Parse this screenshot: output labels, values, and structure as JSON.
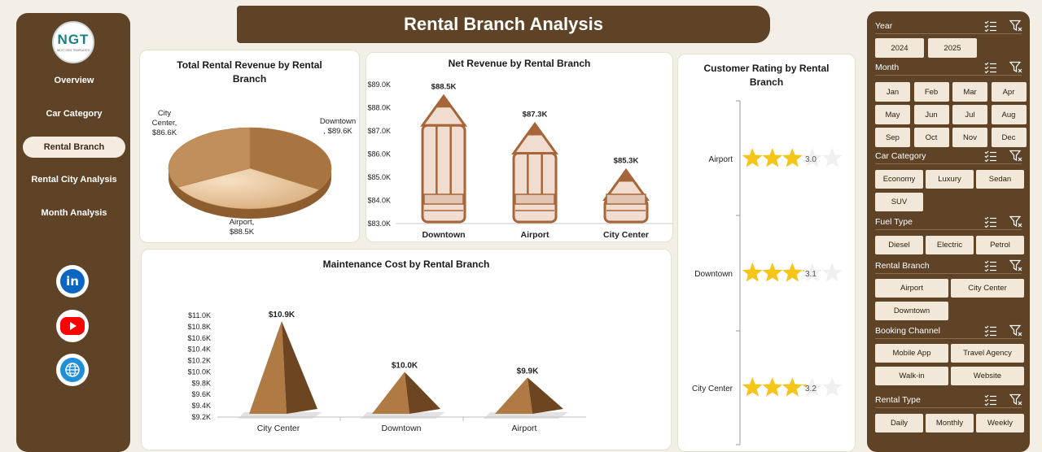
{
  "logo": {
    "text": "NGT",
    "sub": "NEXT GEN TEMPLATES"
  },
  "nav": [
    {
      "label": "Overview",
      "active": false
    },
    {
      "label": "Car Category",
      "active": false
    },
    {
      "label": "Rental Branch",
      "active": true
    },
    {
      "label": "Rental City Analysis",
      "active": false
    },
    {
      "label": "Month Analysis",
      "active": false
    }
  ],
  "social": [
    {
      "icon": "linkedin-icon",
      "label": "in",
      "color": "#0a66c2"
    },
    {
      "icon": "youtube-icon",
      "color": "#ff0000"
    },
    {
      "icon": "globe-icon",
      "color": "#1f8fd8"
    }
  ],
  "title": "Rental Branch Analysis",
  "colors": {
    "brown": "#5e4327",
    "bar": "#a6663a",
    "barFill": "#f0ddd0",
    "star": "#f5c518",
    "pieTop1": "#a87540",
    "pieTop2": "#e8c9a4"
  },
  "chart_data": [
    {
      "type": "pie",
      "title": "Total Rental Revenue by Rental Branch",
      "categories": [
        "Downtown",
        "Airport",
        "City Center"
      ],
      "values": [
        89.6,
        88.5,
        86.6
      ],
      "labels": [
        "Downtown\n, $89.6K",
        "Airport,\n$88.5K",
        "City\nCenter,\n$86.6K"
      ]
    },
    {
      "type": "bar",
      "title": "Net Revenue by Rental Branch",
      "categories": [
        "Downtown",
        "Airport",
        "City Center"
      ],
      "values": [
        88.5,
        87.3,
        85.3
      ],
      "data_labels": [
        "$88.5K",
        "$87.3K",
        "$85.3K"
      ],
      "yticks": [
        "$83.0K",
        "$84.0K",
        "$85.0K",
        "$86.0K",
        "$87.0K",
        "$88.0K",
        "$89.0K"
      ],
      "ylim": [
        83,
        89
      ]
    },
    {
      "type": "bar",
      "title": "Maintenance Cost by Rental Branch",
      "categories": [
        "City Center",
        "Downtown",
        "Airport"
      ],
      "values": [
        10.9,
        10.0,
        9.9
      ],
      "data_labels": [
        "$10.9K",
        "$10.0K",
        "$9.9K"
      ],
      "yticks": [
        "$9.2K",
        "$9.4K",
        "$9.6K",
        "$9.8K",
        "$10.0K",
        "$10.2K",
        "$10.4K",
        "$10.6K",
        "$10.8K",
        "$11.0K"
      ],
      "ylim": [
        9.2,
        11.0
      ]
    },
    {
      "type": "bar",
      "title": "Customer Rating by Rental Branch",
      "categories": [
        "Airport",
        "Downtown",
        "City Center"
      ],
      "values": [
        3.0,
        3.1,
        3.2
      ],
      "data_labels": [
        "3.0",
        "3.1",
        "3.2"
      ],
      "max": 5
    }
  ],
  "slicers": [
    {
      "title": "Year",
      "items": [
        "2024",
        "2025"
      ]
    },
    {
      "title": "Month",
      "items": [
        "Jan",
        "Feb",
        "Mar",
        "Apr",
        "May",
        "Jun",
        "Jul",
        "Aug",
        "Sep",
        "Oct",
        "Nov",
        "Dec"
      ]
    },
    {
      "title": "Car Category",
      "items": [
        "Economy",
        "Luxury",
        "Sedan",
        "SUV"
      ]
    },
    {
      "title": "Fuel Type",
      "items": [
        "Diesel",
        "Electric",
        "Petrol"
      ]
    },
    {
      "title": "Rental Branch",
      "items": [
        "Airport",
        "City Center",
        "Downtown"
      ]
    },
    {
      "title": "Booking Channel",
      "items": [
        "Mobile App",
        "Travel Agency",
        "Walk-in",
        "Website"
      ]
    },
    {
      "title": "Rental Type",
      "items": [
        "Daily",
        "Monthly",
        "Weekly"
      ]
    }
  ]
}
